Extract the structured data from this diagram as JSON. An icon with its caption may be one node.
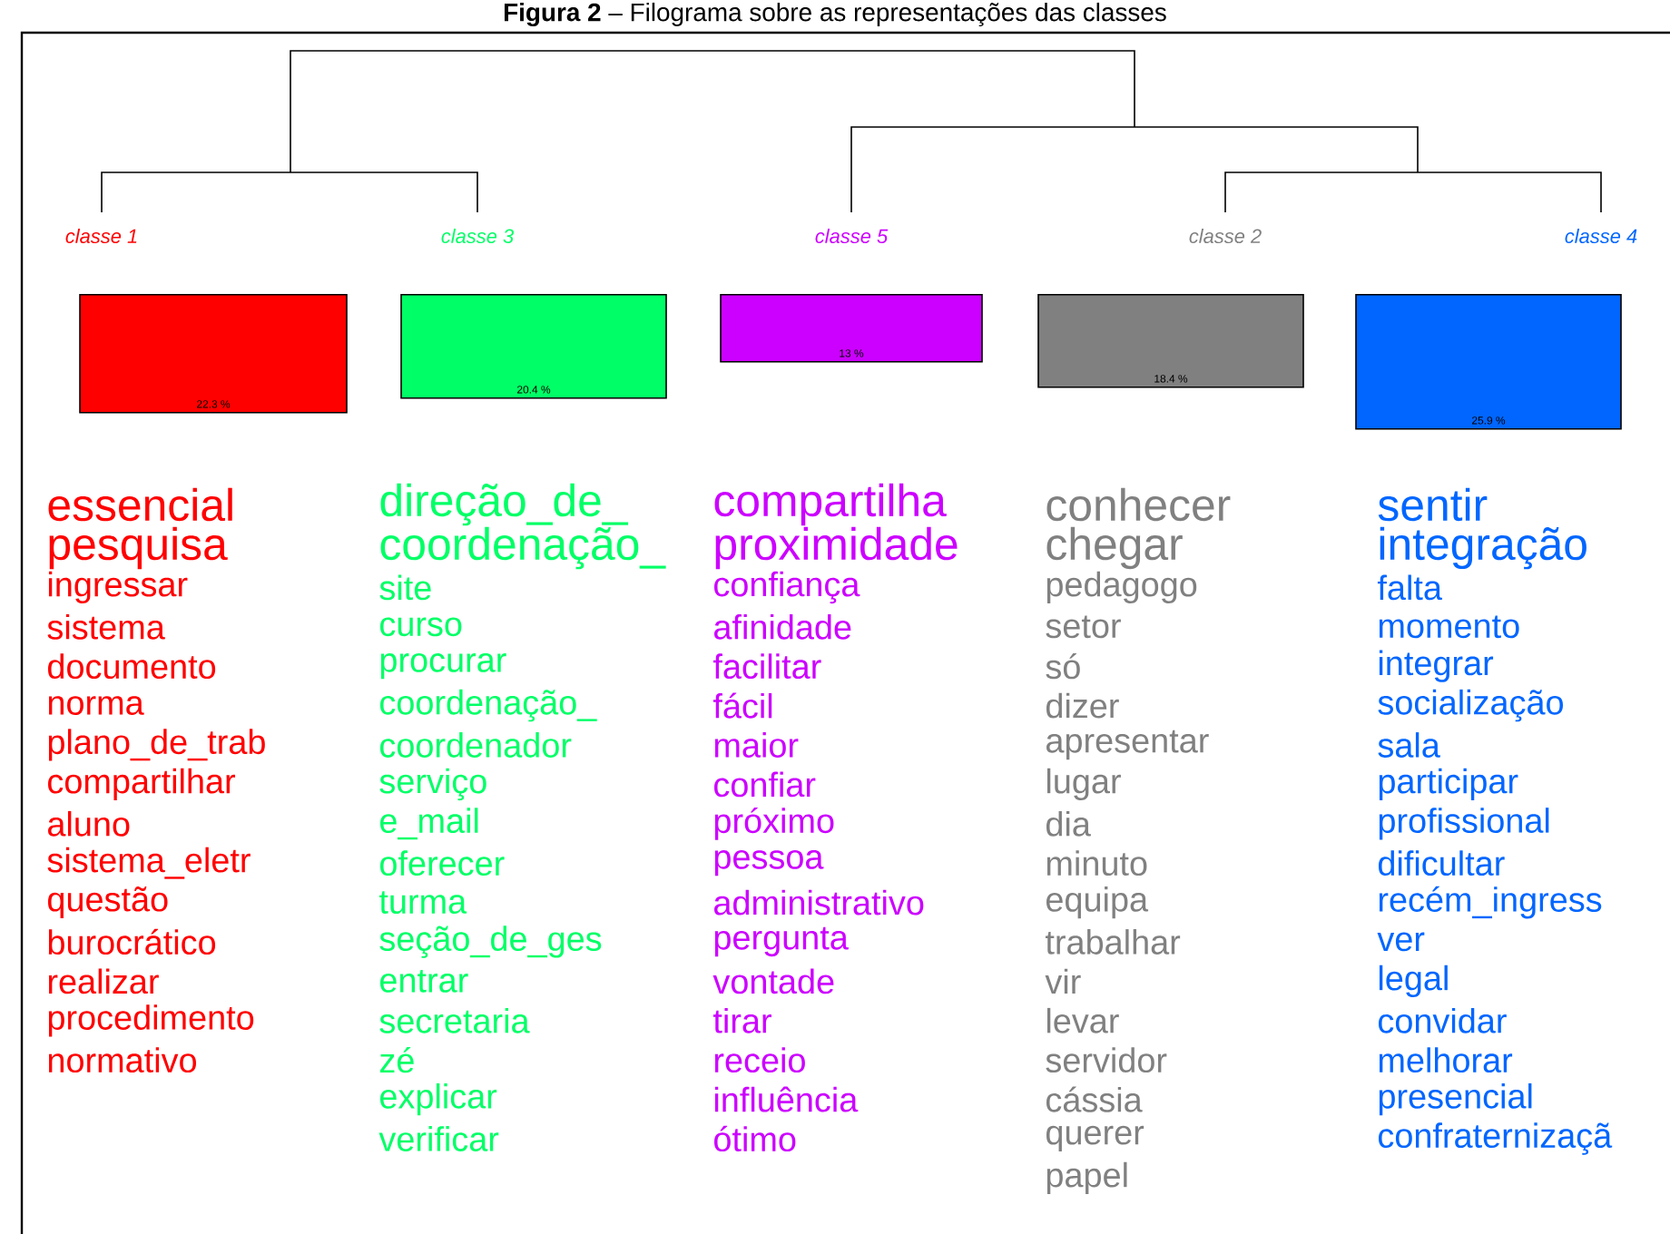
{
  "diagram": {
    "title": "**Figura 2** – Filograma sobre as representações das classes",
    "nodes": [
      {
        "text": [
          "22.3 %"
        ],
        "beside": [
          "classe  1"
        ]
      },
      {
        "text": [
          "20.4 %"
        ],
        "beside": [
          "classe  3"
        ]
      },
      {
        "text": [
          "13 %"
        ],
        "beside": [
          "classe  5"
        ]
      },
      {
        "text": [
          "18.4 %"
        ],
        "beside": [
          "classe  2"
        ]
      },
      {
        "text": [
          "25.9 %"
        ],
        "beside": [
          "classe  4"
        ]
      }
    ],
    "labels": [
      "essencial",
      "pesquisa",
      "ingressar",
      "sistema",
      "documento",
      "norma",
      "plano_de_trab",
      "compartilhar",
      "aluno",
      "sistema_eletr",
      "questão",
      "burocrático",
      "realizar",
      "procedimento",
      "normativo",
      "direção_de_",
      "coordenação_",
      "site",
      "curso",
      "procurar",
      "coordenação_",
      "coordenador",
      "serviço",
      "e_mail",
      "oferecer",
      "turma",
      "seção_de_ges",
      "entrar",
      "secretaria",
      "zé",
      "explicar",
      "verificar",
      "compartilha",
      "proximidade",
      "confiança",
      "afinidade",
      "facilitar",
      "fácil",
      "maior",
      "confiar",
      "próximo",
      "pessoa",
      "administrativo",
      "pergunta",
      "vontade",
      "tirar",
      "receio",
      "influência",
      "ótimo",
      "conhecer",
      "chegar",
      "pedagogo",
      "setor",
      "só",
      "dizer",
      "apresentar",
      "lugar",
      "dia",
      "minuto",
      "equipa",
      "trabalhar",
      "vir",
      "levar",
      "servidor",
      "cássia",
      "querer",
      "papel",
      "sentir",
      "integração",
      "falta",
      "momento",
      "integrar",
      "socialização",
      "sala",
      "participar",
      "profissional",
      "dificultar",
      "recém_ingress",
      "ver",
      "legal",
      "convidar",
      "melhorar",
      "presencial",
      "confraternizaçã"
    ]
  }
}
